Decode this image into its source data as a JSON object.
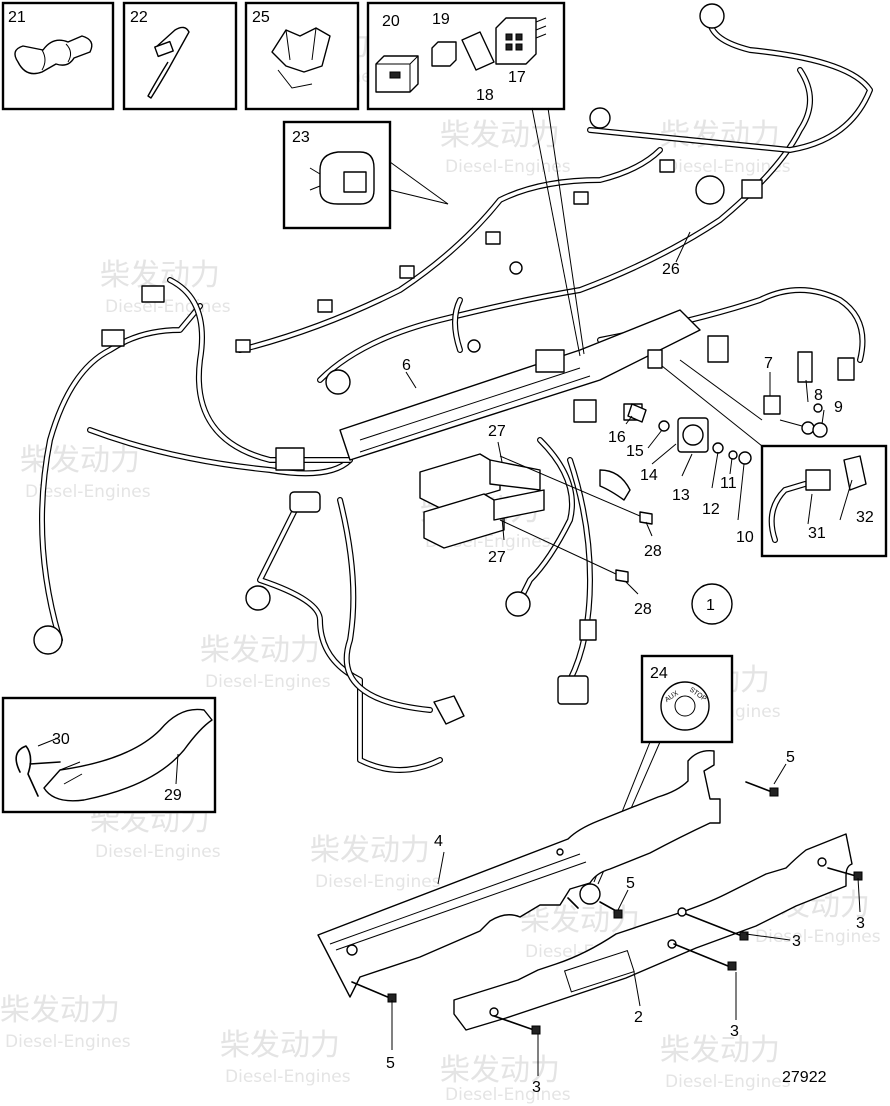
{
  "watermark": {
    "brand_cn": "柴发动力",
    "brand_en": "Diesel-Engines"
  },
  "drawing_number": "27922",
  "assembly_ref": "1",
  "callouts": {
    "c21": "21",
    "c22": "22",
    "c25": "25",
    "c20": "20",
    "c19": "19",
    "c18": "18",
    "c17": "17",
    "c23": "23",
    "c26": "26",
    "c6": "6",
    "c7": "7",
    "c8": "8",
    "c9": "9",
    "c27a": "27",
    "c27b": "27",
    "c16": "16",
    "c15": "15",
    "c14": "14",
    "c13": "13",
    "c12": "12",
    "c11": "11",
    "c10": "10",
    "c28a": "28",
    "c28b": "28",
    "c31": "31",
    "c32": "32",
    "c24": "24",
    "c30": "30",
    "c29": "29",
    "c5a": "5",
    "c5b": "5",
    "c5c": "5",
    "c4": "4",
    "c3a": "3",
    "c3b": "3",
    "c3c": "3",
    "c3d": "3",
    "c2": "2"
  },
  "switch_label": {
    "text1": "AUX",
    "text2": "STOP"
  }
}
